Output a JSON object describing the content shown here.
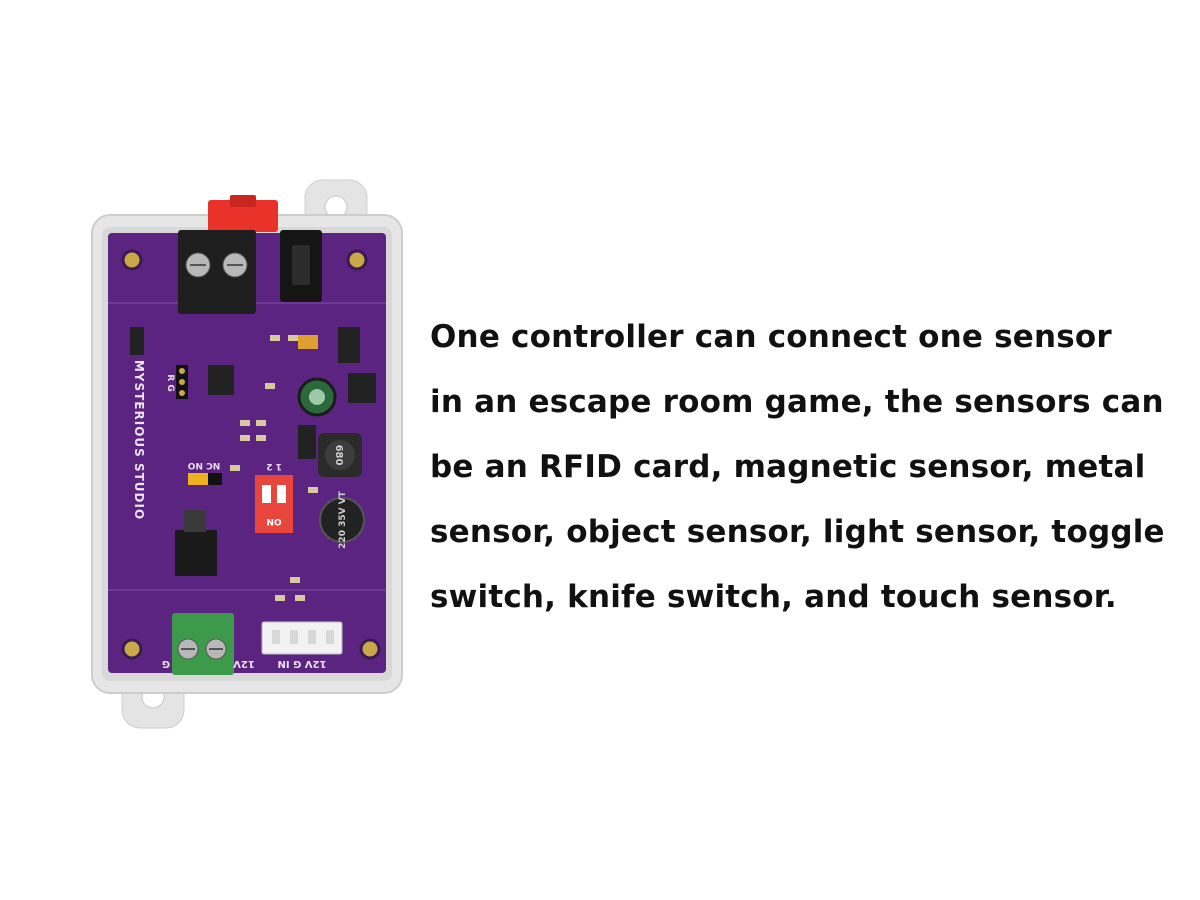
{
  "product": {
    "board_brand": "MYSTERIOUS STUDIO",
    "dip_switch_label": "ON",
    "dip_switch_numbers": "1 2",
    "jumper_label": "NC   NO",
    "header_label": "R   G",
    "capacitor_label": "220 35V VT",
    "inductor_label": "680",
    "power_terminal_label": "12V",
    "sensor_port_label": "12V G IN",
    "ground_label": "G",
    "colors": {
      "board": "#5a2480",
      "enclosure": "#e6e6e6",
      "terminal_black": "#1e1e1e",
      "terminal_green": "#3c9a4a",
      "lever_red": "#e8322a",
      "dip_red": "#e8463c"
    }
  },
  "caption": {
    "lines": [
      "One controller can connect one sensor",
      "in an escape room game, the sensors can",
      "be an RFID card, magnetic sensor, metal",
      "sensor, object sensor, light sensor, toggle",
      "switch, knife switch, and touch sensor."
    ]
  }
}
